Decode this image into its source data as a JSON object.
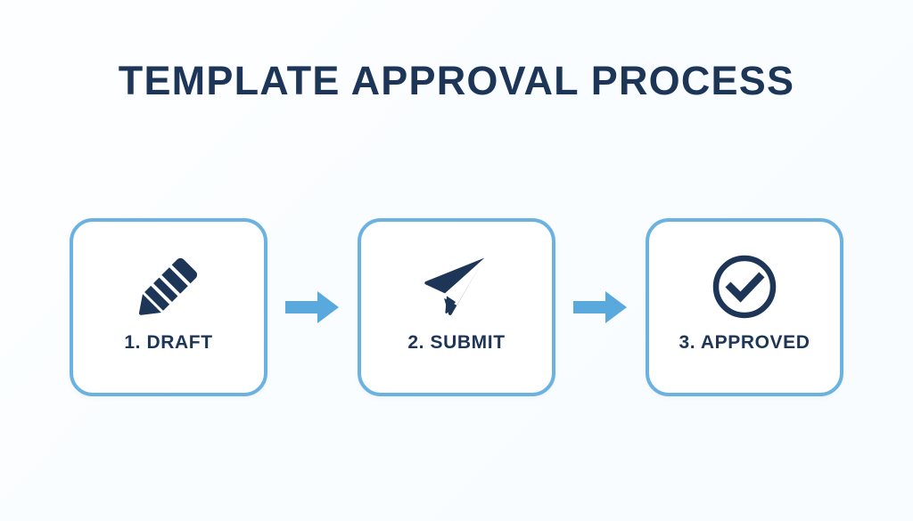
{
  "page": {
    "title": "TEMPLATE APPROVAL PROCESS",
    "background_color": "#fbfdfe"
  },
  "theme": {
    "navy": "#1d3557",
    "card_border": "#6cb2e0",
    "arrow_fill": "#59a9dd",
    "card_fill": "#ffffff"
  },
  "flow": {
    "steps": [
      {
        "label": "1. DRAFT",
        "icon": "pencil-icon",
        "icon_color": "#1d3557"
      },
      {
        "label": "2. SUBMIT",
        "icon": "paper-plane-icon",
        "icon_color": "#1d3557"
      },
      {
        "label": "3. APPROVED",
        "icon": "check-circle-icon",
        "icon_color": "#1d3557"
      }
    ],
    "connectors": [
      {
        "icon": "arrow-right-icon",
        "color": "#59a9dd"
      },
      {
        "icon": "arrow-right-icon",
        "color": "#59a9dd"
      }
    ]
  }
}
